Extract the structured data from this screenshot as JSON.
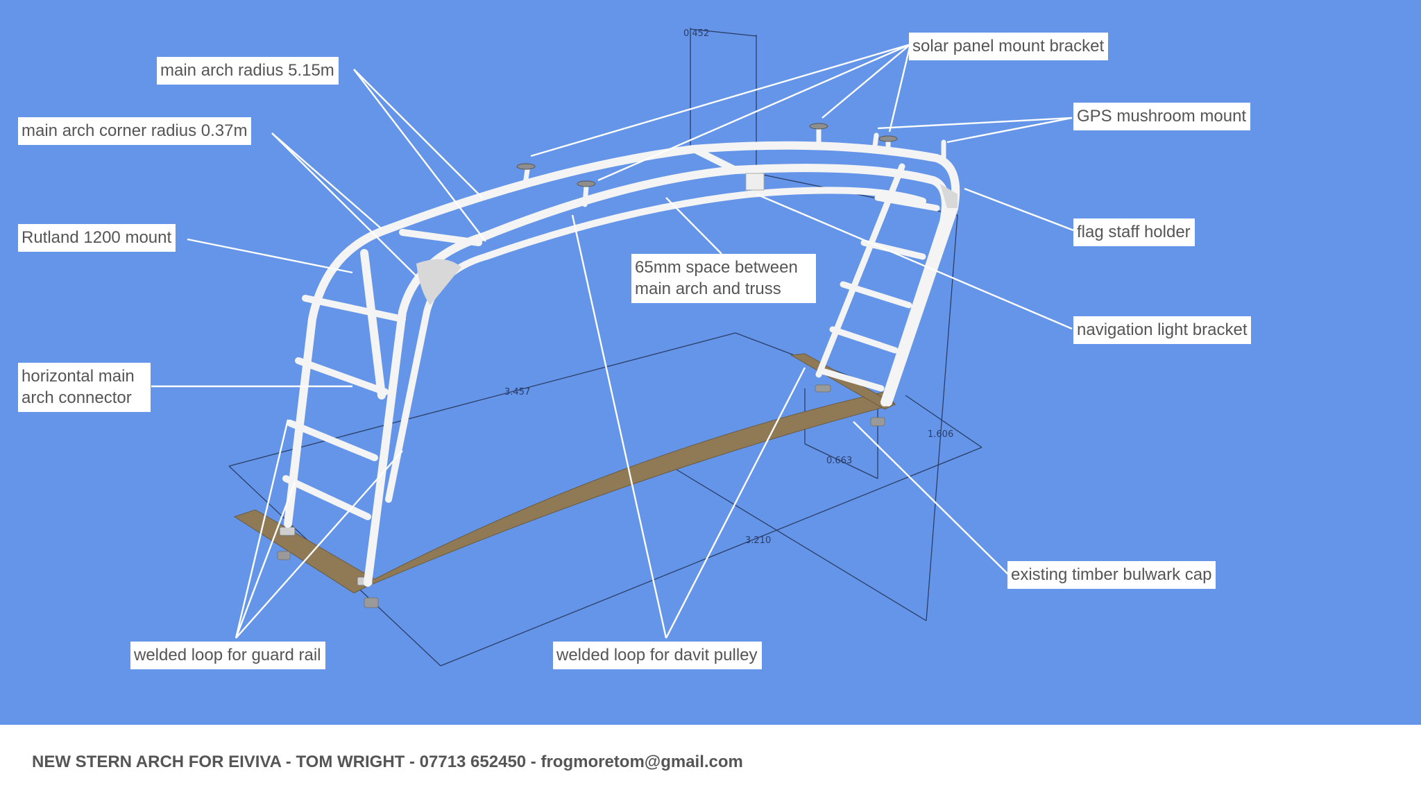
{
  "colors": {
    "background": "#6495e8",
    "label_bg": "#ffffff",
    "label_text": "#555555",
    "tube": "#f4f4f4",
    "timber": "#8f7a55",
    "dimension_line": "#2b3d66",
    "footer_bg": "#ffffff"
  },
  "labels": {
    "main_arch_radius": "main arch radius  5.15m",
    "corner_radius": "main arch corner radius  0.37m",
    "rutland_mount": "Rutland 1200 mount",
    "horizontal_connector": "horizontal main arch connector",
    "guard_rail_loop": "welded loop for guard rail",
    "davit_loop": "welded loop for davit pulley",
    "space_truss": "65mm space between main arch and truss",
    "solar_bracket": "solar panel mount bracket",
    "gps_mount": "GPS mushroom mount",
    "flag_staff": "flag staff holder",
    "nav_light": "navigation light bracket",
    "timber_cap": "existing timber bulwark cap"
  },
  "dimensions": {
    "top_offset": "0.452",
    "span_top": "3.457",
    "height": "1.606",
    "foot_depth": "0.663",
    "span_bottom": "3.210"
  },
  "footer": {
    "text": "NEW STERN ARCH FOR EIVIVA - TOM WRIGHT -  07713 652450 - frogmoretom@gmail.com"
  }
}
